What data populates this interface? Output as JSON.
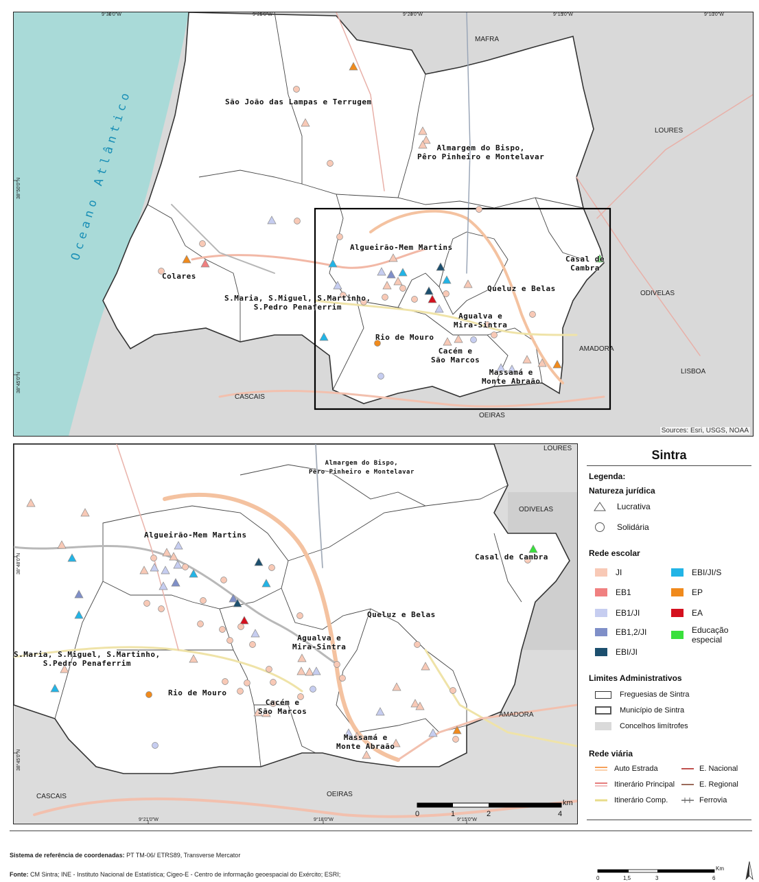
{
  "top_map": {
    "ocean_label": "Oceano Atlântico",
    "sources": "Sources: Esri, USGS, NOAA",
    "graticule_top": [
      "9°30'0\"W",
      "9°25'0\"W",
      "9°20'0\"W",
      "9°15'0\"W",
      "9°10'0\"W"
    ],
    "graticule_left": [
      "38°50'0\"N",
      "38°45'0\"N"
    ],
    "parishes": [
      {
        "id": "sao-joao",
        "label": "São João das Lampas e Terrugem"
      },
      {
        "id": "almargem",
        "label": "Almargem do Bispo,\nPêro Pinheiro e Montelavar"
      },
      {
        "id": "colares",
        "label": "Colares"
      },
      {
        "id": "algueirao",
        "label": "Algueirão-Mem Martins"
      },
      {
        "id": "smaria",
        "label": "S.Maria, S.Miguel, S.Martinho,\nS.Pedro Penaferrim"
      },
      {
        "id": "queluz",
        "label": "Queluz e Belas"
      },
      {
        "id": "casal",
        "label": "Casal de\nCambra"
      },
      {
        "id": "agualva",
        "label": "Agualva e\nMira-Sintra"
      },
      {
        "id": "riomouro",
        "label": "Rio de Mouro"
      },
      {
        "id": "cacem",
        "label": "Cacém e\nSão Marcos"
      },
      {
        "id": "massama",
        "label": "Massamá e\nMonte Abraão"
      }
    ],
    "neighbors": {
      "mafra": "MAFRA",
      "loures": "LOURES",
      "odivelas": "ODIVELAS",
      "amadora": "AMADORA",
      "lisboa": "LISBOA",
      "cascais": "CASCAIS",
      "oeiras": "OEIRAS"
    }
  },
  "inset_map": {
    "graticule_bottom": [
      "9°21'0\"W",
      "9°18'0\"W",
      "9°15'0\"W"
    ],
    "graticule_left": [
      "38°48'0\"N",
      "38°45'0\"N"
    ],
    "parishes": [
      {
        "id": "almargem",
        "label": "Almargem do Bispo,\nPêro Pinheiro e Montelavar"
      },
      {
        "id": "algueirao",
        "label": "Algueirão-Mem Martins"
      },
      {
        "id": "casal",
        "label": "Casal de Cambra"
      },
      {
        "id": "queluz",
        "label": "Queluz e Belas"
      },
      {
        "id": "agualva",
        "label": "Agualva e\nMira-Sintra"
      },
      {
        "id": "smaria",
        "label": "S.Maria, S.Miguel, S.Martinho,\nS.Pedro Penaferrim"
      },
      {
        "id": "riomouro",
        "label": "Rio de Mouro"
      },
      {
        "id": "cacem",
        "label": "Cacém e\nSão Marcos"
      },
      {
        "id": "massama",
        "label": "Massamá e\nMonte Abraão"
      }
    ],
    "neighbors": {
      "loures": "LOURES",
      "odivelas": "ODIVELAS",
      "amadora": "AMADORA",
      "cascais": "CASCAIS",
      "oeiras": "OEIRAS"
    },
    "scalebar": {
      "unit": "km",
      "ticks": [
        "0",
        "1",
        "2",
        "4"
      ]
    }
  },
  "legend": {
    "title": "Sintra",
    "legenda": "Legenda:",
    "natureza": {
      "title": "Natureza jurídica",
      "items": [
        "Lucrativa",
        "Solidária"
      ]
    },
    "rede_escolar": {
      "title": "Rede escolar",
      "items": [
        {
          "label": "JI",
          "color": "#f8c9b6"
        },
        {
          "label": "EB1",
          "color": "#f08080"
        },
        {
          "label": "EB1/JI",
          "color": "#c6cdf0"
        },
        {
          "label": "EB1,2/JI",
          "color": "#7f8fc8"
        },
        {
          "label": "EBI/JI",
          "color": "#1c4f6e"
        },
        {
          "label": "EBI/JI/S",
          "color": "#22b4e6"
        },
        {
          "label": "EP",
          "color": "#f08a1c"
        },
        {
          "label": "EA",
          "color": "#d4101e"
        },
        {
          "label": "Educação especial",
          "color": "#39e03c"
        }
      ]
    },
    "limites": {
      "title": "Limites Administrativos",
      "items": [
        "Freguesias de Sintra",
        "Município de Sintra",
        "Concelhos limítrofes"
      ]
    },
    "rede_viaria": {
      "title": "Rede viária",
      "items": [
        {
          "label": "Auto Estrada",
          "color": "#f5a05a"
        },
        {
          "label": "E. Nacional",
          "color": "#c0504d"
        },
        {
          "label": "Itinerário Principal",
          "color": "#e57b7b"
        },
        {
          "label": "E. Regional",
          "color": "#9b6b5b"
        },
        {
          "label": "Itinerário Comp.",
          "color": "#e8dc8a"
        },
        {
          "label": "Ferrovia",
          "color": "#666666"
        }
      ]
    }
  },
  "footer": {
    "srs_label": "Sistema de referência de coordenadas:",
    "srs_value": "PT TM-06/ ETRS89, Transverse Mercator",
    "fonte_label": "Fonte:",
    "fonte_value": "CM Sintra; INE - Instituto Nacional de Estatística; Cigeo-E - Centro de informação geoespacial do Exército; ESRI;",
    "scalebar": {
      "unit": "Km",
      "ticks": [
        "0",
        "1,5",
        "3",
        "6"
      ]
    }
  }
}
